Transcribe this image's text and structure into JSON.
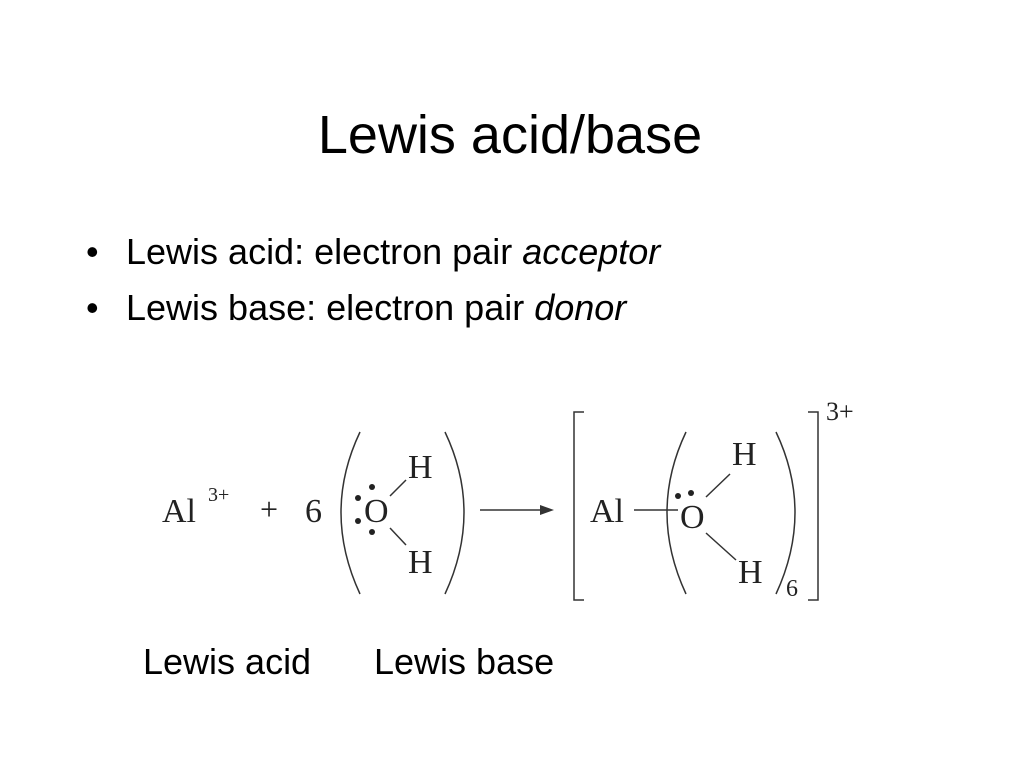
{
  "title": "Lewis acid/base",
  "bullets": [
    {
      "marker": "•",
      "text": "Lewis acid:  electron pair ",
      "emphasis": "acceptor"
    },
    {
      "marker": "•",
      "text": "Lewis base:  electron pair ",
      "emphasis": "donor"
    }
  ],
  "reaction": {
    "reactant_symbol": "Al",
    "reactant_charge": "3+",
    "plus": "+",
    "coefficient": "6",
    "oxygen": "O",
    "hydrogen_top": "H",
    "hydrogen_bottom": "H",
    "product_metal": "Al",
    "product_oxygen": "O",
    "product_hydrogen_top": "H",
    "product_hydrogen_bottom": "H",
    "product_subscript": "6",
    "product_charge": "3+"
  },
  "captions": {
    "acid": "Lewis acid",
    "base": "Lewis base"
  }
}
